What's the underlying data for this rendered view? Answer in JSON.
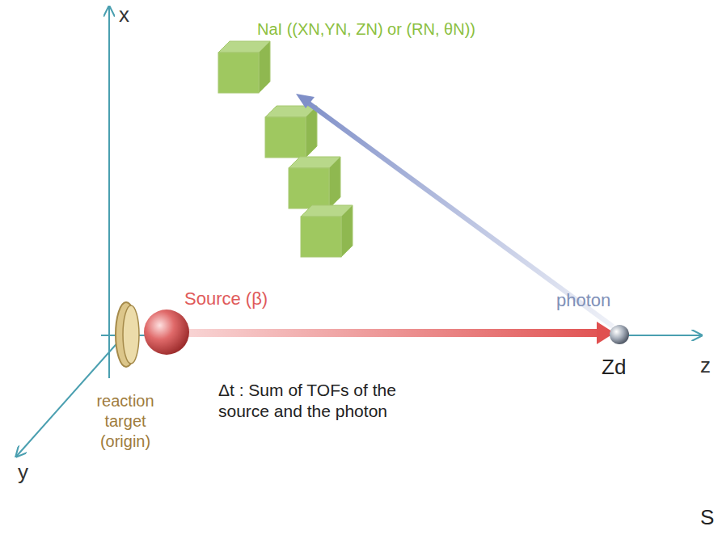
{
  "diagram": {
    "labels": [
      "x",
      "NaI ((XN,YN, ZN) or (RN, θN))",
      "Source (β)",
      "photon",
      "Zd",
      "z",
      "reaction target (origin)",
      "y",
      "Δt : Sum of TOFs of the source and the photon",
      "S"
    ]
  }
}
